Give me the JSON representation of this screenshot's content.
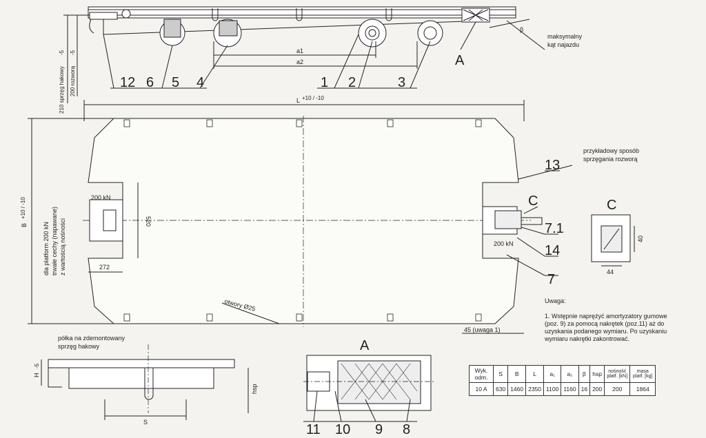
{
  "drawing": {
    "top_note": {
      "line1": "maksymalny",
      "line2": "kąt najazdu"
    },
    "beta_symbol": "β",
    "section_A_label": "A",
    "section_C_label": "C",
    "dim_a1": "a1",
    "dim_a2": "a2",
    "dim_L": "L",
    "dim_L_tol": "+10 / -10",
    "dim_B": "B",
    "dim_B_tol": "+10 / -10",
    "side_dim_210": "210 sprzęg hakowy",
    "side_dim_210_tol": "-5",
    "side_dim_200": "200 rozworą",
    "side_dim_200_tol": "-5",
    "capacity_left": "200 kN",
    "capacity_right": "200 kN",
    "dim_520": "520",
    "dim_272": "272",
    "left_vertical_note": [
      "dla platform 200 kN",
      "trwałe cechy (napawane)",
      "z wartością nośności"
    ],
    "holes_note": "otwory Ø25",
    "dim_45": "45 (uwaga 1)",
    "coupling_note": {
      "line1": "przykładowy sposób",
      "line2": "sprzęgania rozworą"
    },
    "detail_C_dims": {
      "height": "40",
      "width": "44"
    },
    "shelf_note": {
      "line1": "półka na zdemontowany",
      "line2": "sprzęg hakowy"
    },
    "dim_S": "S",
    "dim_hsp": "hsp",
    "dim_H": "H",
    "dim_H_tol": "-5",
    "callouts_top": [
      "12",
      "6",
      "5",
      "4",
      "1",
      "2",
      "3"
    ],
    "callouts_right": [
      "13",
      "7.1",
      "14",
      "7"
    ],
    "callouts_bottom": [
      "11",
      "10",
      "9",
      "8"
    ]
  },
  "notes": {
    "title": "Uwaga:",
    "items": [
      "1. Wstępnie naprężyć amortyzatory gumowe (poz. 9) za pomocą nakrętek (poz.11) aż do uzyskania podanego wymiaru. Po uzyskaniu wymiaru nakrętki zakontrować."
    ]
  },
  "spec_table": {
    "headers": [
      "Wyk. odm.",
      "S",
      "B",
      "L",
      "a₁",
      "a₂",
      "β",
      "hsp",
      "nośność platf. [kN]",
      "masa platf. [kg]"
    ],
    "rows": [
      [
        "10 A",
        "630",
        "1460",
        "2350",
        "1100",
        "1160",
        "16",
        "200",
        "200",
        "1864"
      ]
    ]
  }
}
